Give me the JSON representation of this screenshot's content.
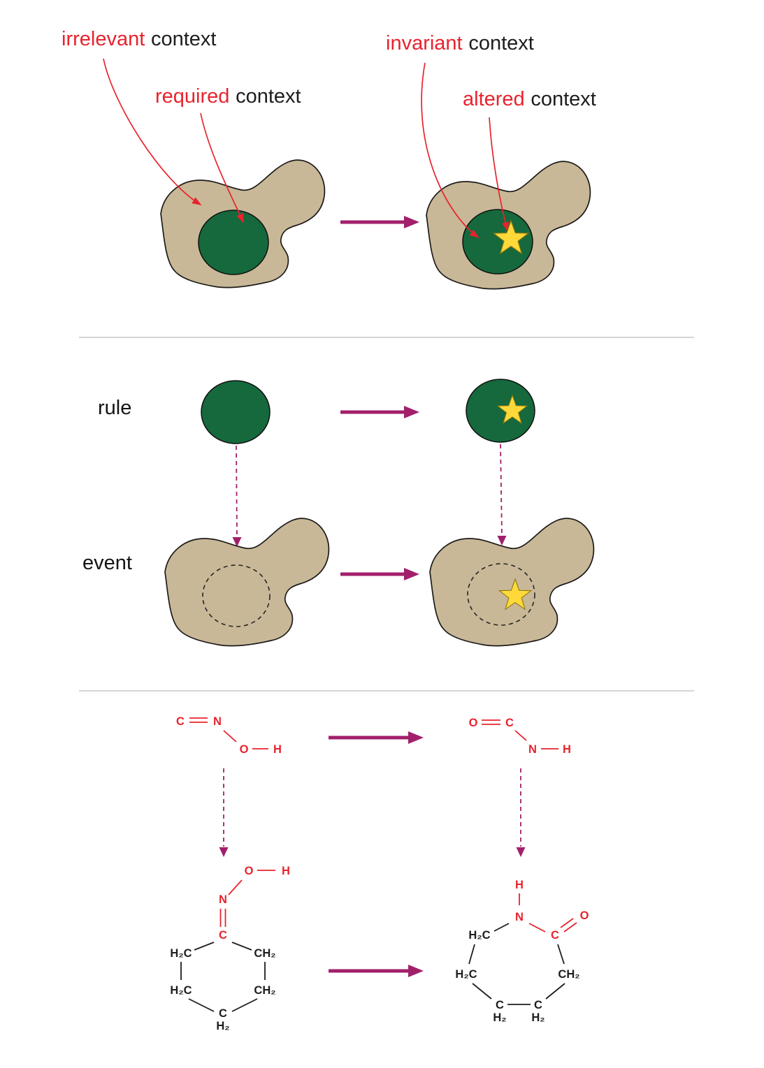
{
  "colors": {
    "context_blob": "#c9b897",
    "pattern_green": "#15693c",
    "star_yellow": "#ffd93a",
    "arrow_magenta": "#a2206b",
    "annotation_red": "#e8232d",
    "text_black": "#1f1c1d",
    "divider_gray": "#bcbcbc"
  },
  "annotations": {
    "irrelevant": {
      "term": "irrelevant",
      "rest": "context"
    },
    "required": {
      "term": "required",
      "rest": "context"
    },
    "invariant": {
      "term": "invariant",
      "rest": "context"
    },
    "altered": {
      "term": "altered",
      "rest": "context"
    }
  },
  "row_labels": {
    "rule": "rule",
    "event": "event"
  },
  "icons": {
    "star": "star-icon",
    "arrow": "transform-arrow-icon"
  },
  "chemistry": {
    "fragment_before": [
      "C",
      "N",
      "O",
      "H"
    ],
    "fragment_after": [
      "O",
      "C",
      "N",
      "H"
    ],
    "molecule_before": [
      "O",
      "H",
      "N",
      "C",
      "H₂C",
      "CH₂",
      "H₂C",
      "CH₂",
      "C",
      "H₂"
    ],
    "molecule_after": [
      "H",
      "N",
      "C",
      "O",
      "H₂C",
      "H₂C",
      "CH₂",
      "C",
      "H₂",
      "C",
      "H₂"
    ]
  }
}
